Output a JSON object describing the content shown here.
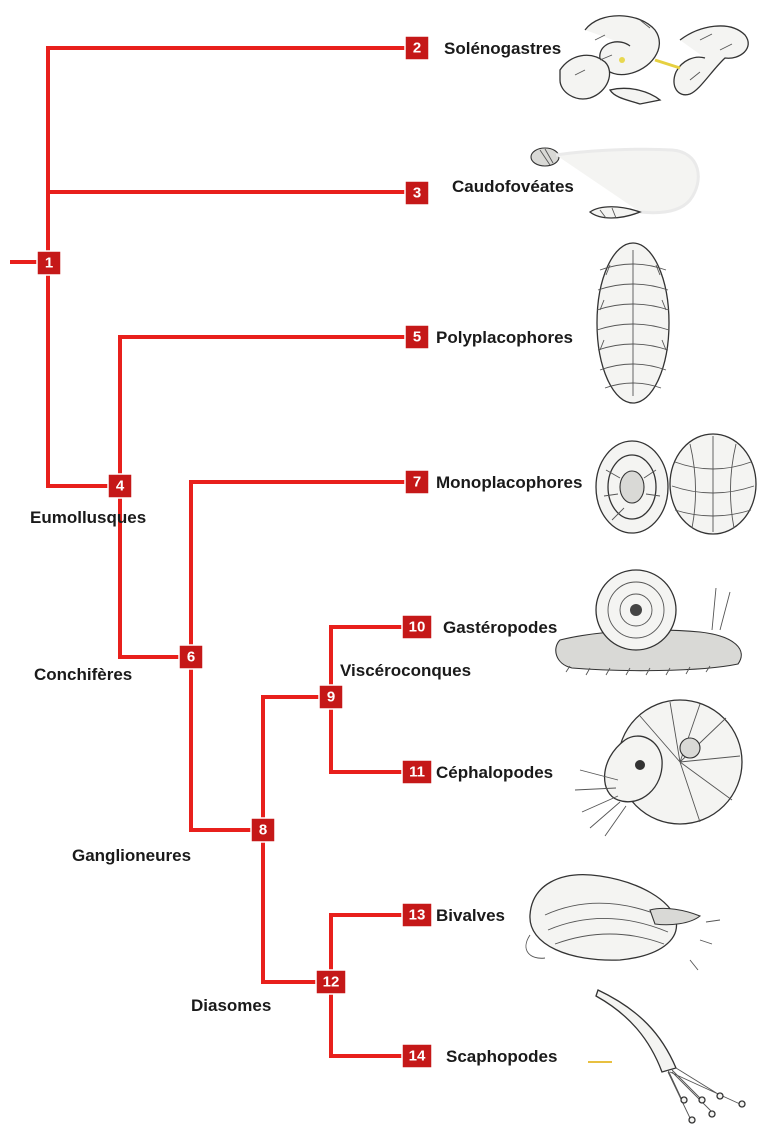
{
  "colors": {
    "branch": "#e8201c",
    "node_fill": "#c51818",
    "node_text": "#ffffff",
    "label_text": "#1a1a1a"
  },
  "nodes": {
    "n1": "1",
    "n2": "2",
    "n3": "3",
    "n4": "4",
    "n5": "5",
    "n6": "6",
    "n7": "7",
    "n8": "8",
    "n9": "9",
    "n10": "10",
    "n11": "11",
    "n12": "12",
    "n13": "13",
    "n14": "14"
  },
  "taxa": {
    "n2": "Solénogastres",
    "n3": "Caudofovéates",
    "n5": "Polyplacophores",
    "n7": "Monoplacophores",
    "n10": "Gastéropodes",
    "n11": "Céphalopodes",
    "n13": "Bivalves",
    "n14": "Scaphopodes"
  },
  "clades": {
    "n4": "Eumollusques",
    "n6": "Conchifères",
    "n8": "Ganglioneures",
    "n9": "Viscéroconques",
    "n12": "Diasomes"
  },
  "illustrations": {
    "n2": "solenogaster-drawing",
    "n3": "caudofoveate-worm-drawing",
    "n5": "chiton-drawing",
    "n7": "monoplacophoran-shell-drawing",
    "n10": "snail-drawing",
    "n11": "nautilus-drawing",
    "n13": "mussel-drawing",
    "n14": "tusk-shell-drawing"
  }
}
